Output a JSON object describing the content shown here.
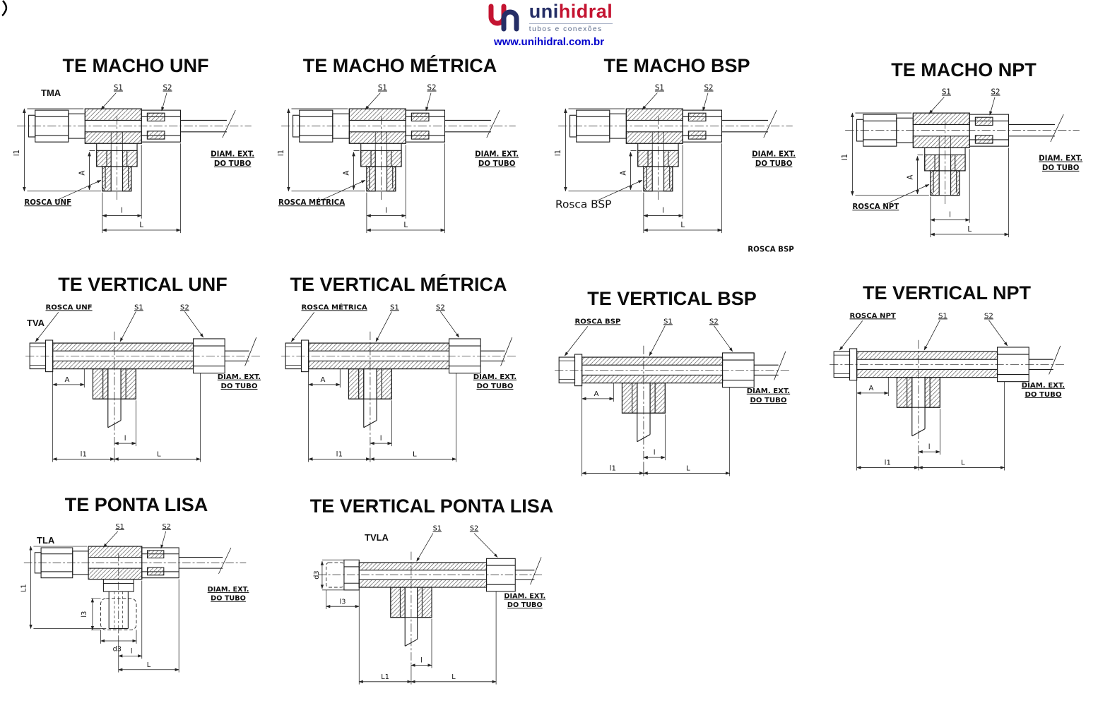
{
  "header": {
    "logo_uni": "uni",
    "logo_hidral": "hidral",
    "logo_subtitle": "tubos e conexões",
    "website": "www.unihidral.com.br",
    "colors": {
      "brand_red": "#c41431",
      "brand_navy": "#252e66",
      "link_blue": "#0000cc"
    }
  },
  "diagrams": [
    {
      "title": "TE MACHO UNF",
      "code": "TMA",
      "type": "te-macho",
      "labels": {
        "s1": "S1",
        "s2": "S2",
        "l1": "l1",
        "a": "A",
        "rosca": "ROSCA UNF",
        "l": "l",
        "big_l": "L",
        "diam1": "DIAM. EXT.",
        "diam2": "DO TUBO"
      }
    },
    {
      "title": "TE MACHO MÉTRICA",
      "code": "",
      "type": "te-macho",
      "labels": {
        "s1": "S1",
        "s2": "S2",
        "l1": "l1",
        "a": "A",
        "rosca": "ROSCA MÉTRICA",
        "l": "l",
        "big_l": "L",
        "diam1": "DIAM. EXT.",
        "diam2": "DO TUBO"
      }
    },
    {
      "title": "TE MACHO BSP",
      "code": "",
      "type": "te-macho",
      "labels": {
        "s1": "S1",
        "s2": "S2",
        "l1": "l1",
        "a": "A",
        "rosca": "Rosca BSP",
        "rosca_extra": "ROSCA BSP",
        "l": "l",
        "big_l": "L",
        "diam1": "DIAM. EXT.",
        "diam2": "DO TUBO"
      }
    },
    {
      "title": "TE MACHO NPT",
      "code": "",
      "type": "te-macho",
      "labels": {
        "s1": "S1",
        "s2": "S2",
        "l1": "l1",
        "a": "A",
        "rosca": "ROSCA NPT",
        "l": "l",
        "big_l": "L",
        "diam1": "DIAM. EXT.",
        "diam2": "DO TUBO"
      }
    },
    {
      "title": "TE VERTICAL UNF",
      "code": "TVA",
      "type": "te-vertical",
      "labels": {
        "rosca": "ROSCA UNF",
        "s1": "S1",
        "s2": "S2",
        "a": "A",
        "l1": "l1",
        "l": "l",
        "big_l": "L",
        "diam1": "DIAM. EXT.",
        "diam2": "DO TUBO"
      }
    },
    {
      "title": "TE VERTICAL MÉTRICA",
      "code": "",
      "type": "te-vertical",
      "labels": {
        "rosca": "ROSCA MÉTRICA",
        "s1": "S1",
        "s2": "S2",
        "a": "A",
        "l1": "l1",
        "l": "l",
        "big_l": "L",
        "diam1": "DIAM. EXT.",
        "diam2": "DO TUBO"
      }
    },
    {
      "title": "TE VERTICAL BSP",
      "code": "",
      "type": "te-vertical",
      "labels": {
        "rosca": "ROSCA BSP",
        "s1": "S1",
        "s2": "S2",
        "a": "A",
        "l1": "l1",
        "l": "l",
        "big_l": "L",
        "diam1": "DIAM. EXT.",
        "diam2": "DO TUBO"
      }
    },
    {
      "title": "TE VERTICAL NPT",
      "code": "",
      "type": "te-vertical",
      "labels": {
        "rosca": "ROSCA NPT",
        "s1": "S1",
        "s2": "S2",
        "a": "A",
        "l1": "l1",
        "l": "l",
        "big_l": "L",
        "diam1": "DIAM. EXT.",
        "diam2": "DO TUBO"
      }
    },
    {
      "title": "TE PONTA LISA",
      "code": "TLA",
      "type": "te-ponta-lisa",
      "labels": {
        "s1": "S1",
        "s2": "S2",
        "l1": "L1",
        "l3": "l3",
        "d3": "d3",
        "l": "l",
        "big_l": "L",
        "diam1": "DIAM. EXT.",
        "diam2": "DO TUBO"
      }
    },
    {
      "title": "TE VERTICAL PONTA LISA",
      "code": "TVLA",
      "type": "te-vertical-ponta-lisa",
      "labels": {
        "d3": "d3",
        "l3": "l3",
        "s1": "S1",
        "s2": "S2",
        "l": "l",
        "l1": "L1",
        "big_l": "L",
        "diam1": "DIAM. EXT.",
        "diam2": "DO TUBO"
      }
    }
  ]
}
